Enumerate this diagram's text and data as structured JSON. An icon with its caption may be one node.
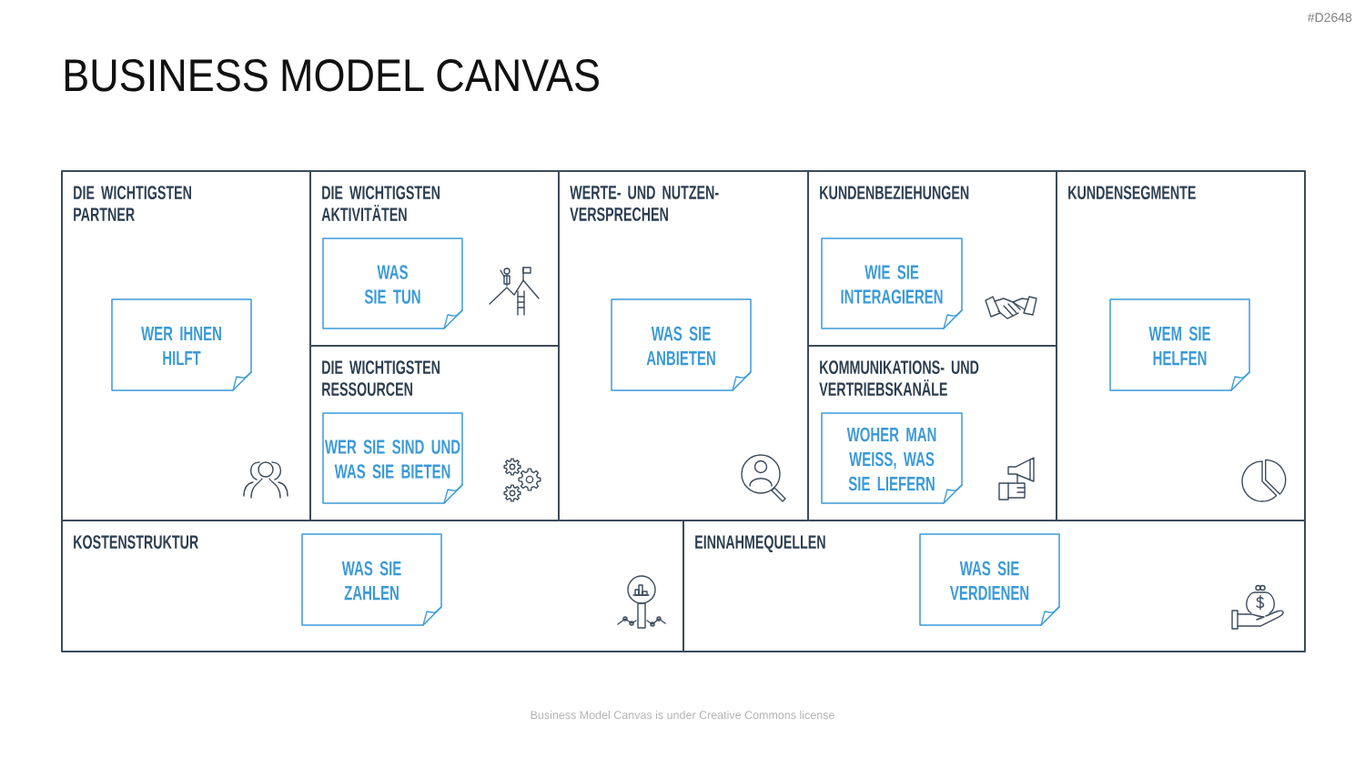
{
  "diagram": {
    "title": "BUSINESS MODEL CANVAS",
    "caption": "Business Model Canvas is under Creative Commons license",
    "labels": [
      "#D2648"
    ],
    "nodes": [
      {
        "text": [
          "DIE WICHTIGSTEN PARTNER"
        ]
      },
      {
        "text": [
          "WER IHNEN HILFT"
        ],
        "in": 0
      },
      {
        "text": [
          "DIE WICHTIGSTEN AKTIVITÄTEN"
        ]
      },
      {
        "text": [
          "WAS SIE TUN"
        ],
        "in": 2
      },
      {
        "text": [
          "DIE WICHTIGSTEN RESSOURCEN"
        ]
      },
      {
        "text": [
          "WER SIE SIND UND WAS SIE BIETEN"
        ],
        "in": 4
      },
      {
        "text": [
          "WERTE- UND NUTZEN- VERSPRECHEN"
        ]
      },
      {
        "text": [
          "WAS SIE ANBIETEN"
        ],
        "in": 6
      },
      {
        "text": [
          "KUNDENBEZIEHUNGEN"
        ]
      },
      {
        "text": [
          "WIE SIE INTERAGIEREN"
        ],
        "in": 8
      },
      {
        "text": [
          "KOMMUNIKATIONS- UND VERTRIEBSKANÄLE"
        ]
      },
      {
        "text": [
          "WOHER MAN WEISS, WAS SIE LIEFERN"
        ],
        "in": 10
      },
      {
        "text": [
          "KUNDENSEGMENTE"
        ]
      },
      {
        "text": [
          "WEM SIE HELFEN"
        ],
        "in": 12
      },
      {
        "text": [
          "KOSTENSTRUKTUR"
        ]
      },
      {
        "text": [
          "WAS SIE ZAHLEN"
        ],
        "in": 14
      },
      {
        "text": [
          "EINNAHMEQUELLEN"
        ]
      },
      {
        "text": [
          "WAS SIE VERDIENEN"
        ],
        "in": 16
      }
    ]
  }
}
